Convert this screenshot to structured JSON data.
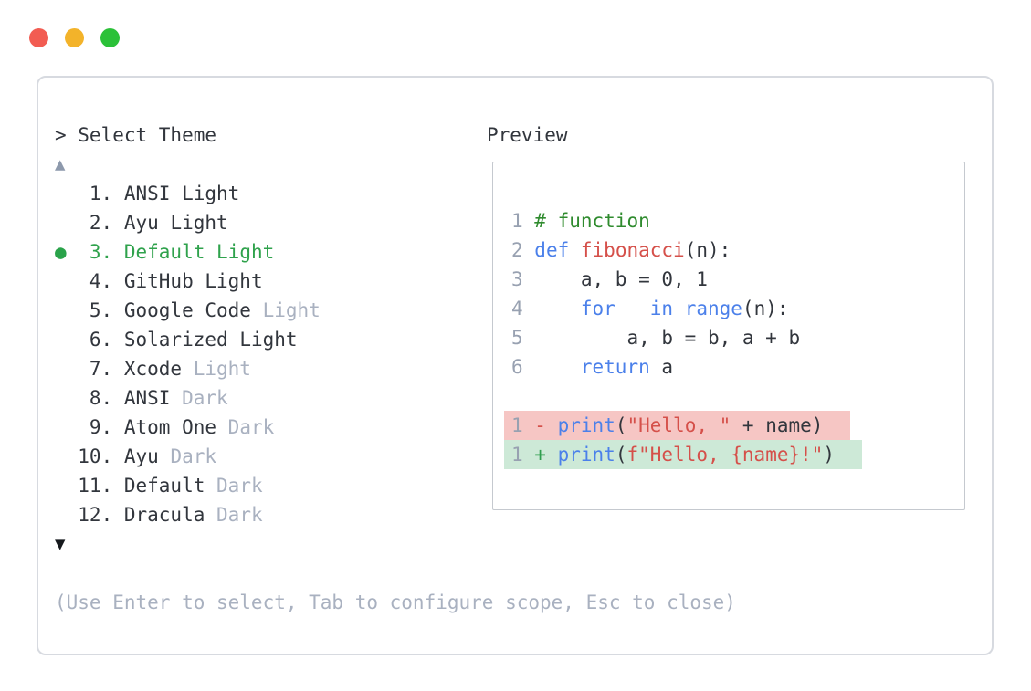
{
  "colors": {
    "text_dark": "#32363d",
    "text_muted": "#a9b1c0",
    "selected_green": "#2fa24c",
    "bullet_green": "#2aa34a",
    "keyword_blue": "#4b80ea",
    "func_string_red": "#d5504a",
    "comment_green": "#2f8b2e",
    "line_number_gray": "#98a1b1",
    "diff_red_bg": "#f6c6c4",
    "diff_green_bg": "#cde9d7",
    "diff_minus_red": "#d5504a",
    "diff_plus_green": "#2f9e4e",
    "border_outer": "#d7dae0",
    "border_preview": "#c5c9cf",
    "arrow_up_gray": "#8d99ac",
    "arrow_down_dark": "#16191d",
    "traffic_red": "#f25c52",
    "traffic_yellow": "#f3b32a",
    "traffic_green": "#2bc138"
  },
  "theme_picker": {
    "prompt": "> Select Theme",
    "scroll_up_icon": "▲",
    "scroll_down_icon": "▼",
    "selected_bullet": "●",
    "items": [
      {
        "number": "1.",
        "main": "ANSI",
        "suffix": "Light",
        "muted": false,
        "selected": false
      },
      {
        "number": "2.",
        "main": "Ayu",
        "suffix": "Light",
        "muted": false,
        "selected": false
      },
      {
        "number": "3.",
        "main": "Default",
        "suffix": "Light",
        "muted": false,
        "selected": true
      },
      {
        "number": "4.",
        "main": "GitHub",
        "suffix": "Light",
        "muted": false,
        "selected": false
      },
      {
        "number": "5.",
        "main": "Google Code",
        "suffix": "Light",
        "muted": true,
        "selected": false
      },
      {
        "number": "6.",
        "main": "Solarized",
        "suffix": "Light",
        "muted": false,
        "selected": false
      },
      {
        "number": "7.",
        "main": "Xcode",
        "suffix": "Light",
        "muted": true,
        "selected": false
      },
      {
        "number": "8.",
        "main": "ANSI",
        "suffix": "Dark",
        "muted": true,
        "selected": false
      },
      {
        "number": "9.",
        "main": "Atom One",
        "suffix": "Dark",
        "muted": true,
        "selected": false
      },
      {
        "number": "10.",
        "main": "Ayu",
        "suffix": "Dark",
        "muted": true,
        "selected": false
      },
      {
        "number": "11.",
        "main": "Default",
        "suffix": "Dark",
        "muted": true,
        "selected": false
      },
      {
        "number": "12.",
        "main": "Dracula",
        "suffix": "Dark",
        "muted": true,
        "selected": false
      }
    ],
    "footer_hint": "(Use Enter to select, Tab to configure scope, Esc to close)"
  },
  "preview": {
    "title": "Preview",
    "code_lines": [
      {
        "number": "1",
        "tokens": [
          {
            "text": "# function",
            "style": "comment"
          }
        ]
      },
      {
        "number": "2",
        "tokens": [
          {
            "text": "def",
            "style": "keyword"
          },
          {
            "text": " ",
            "style": "plain"
          },
          {
            "text": "fibonacci",
            "style": "func"
          },
          {
            "text": "(n):",
            "style": "plain"
          }
        ]
      },
      {
        "number": "3",
        "tokens": [
          {
            "text": "    a, b = 0, 1",
            "style": "plain"
          }
        ]
      },
      {
        "number": "4",
        "tokens": [
          {
            "text": "    ",
            "style": "plain"
          },
          {
            "text": "for",
            "style": "keyword"
          },
          {
            "text": " _ ",
            "style": "plain"
          },
          {
            "text": "in",
            "style": "keyword"
          },
          {
            "text": " ",
            "style": "plain"
          },
          {
            "text": "range",
            "style": "keyword"
          },
          {
            "text": "(n):",
            "style": "plain"
          }
        ]
      },
      {
        "number": "5",
        "tokens": [
          {
            "text": "        a, b = b, a + b",
            "style": "plain"
          }
        ]
      },
      {
        "number": "6",
        "tokens": [
          {
            "text": "    ",
            "style": "plain"
          },
          {
            "text": "return",
            "style": "keyword"
          },
          {
            "text": " a",
            "style": "plain"
          }
        ]
      }
    ],
    "diff_lines": [
      {
        "line_number": "1",
        "sign": "-",
        "type": "removed",
        "tokens": [
          {
            "text": "print",
            "style": "keyword"
          },
          {
            "text": "(",
            "style": "plain"
          },
          {
            "text": "\"Hello, \"",
            "style": "string"
          },
          {
            "text": " + name)",
            "style": "plain"
          }
        ]
      },
      {
        "line_number": "1",
        "sign": "+",
        "type": "added",
        "tokens": [
          {
            "text": "print",
            "style": "keyword"
          },
          {
            "text": "(",
            "style": "plain"
          },
          {
            "text": "f\"Hello, {name}!\"",
            "style": "string"
          },
          {
            "text": ")",
            "style": "plain"
          }
        ]
      }
    ]
  }
}
